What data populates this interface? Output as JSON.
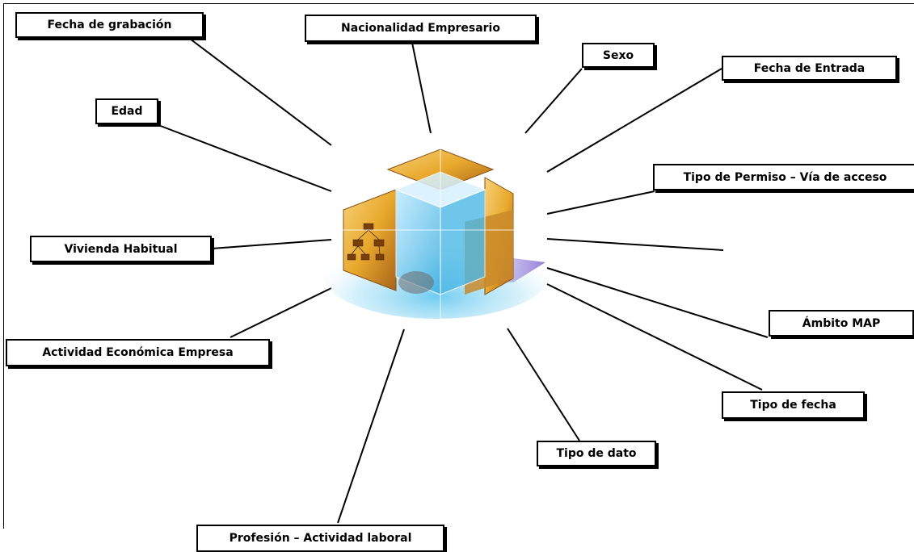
{
  "dimensions": [
    "Fecha de grabación",
    "Nacionalidad Empresario",
    "Sexo",
    "Fecha de Entrada",
    "Edad",
    "Tipo de Permiso – Vía de acceso",
    "Vivienda Habitual",
    "Actividad Económica Empresa",
    "Ámbito MAP",
    "Tipo de fecha",
    "Tipo de dato",
    "Profesión – Actividad laboral"
  ],
  "colors": {
    "line": "#000000",
    "box_border": "#000000",
    "cube_gold": "#e8a92c",
    "cube_blue": "#5fc6ef"
  },
  "icons": [
    "olap-cube-icon"
  ]
}
